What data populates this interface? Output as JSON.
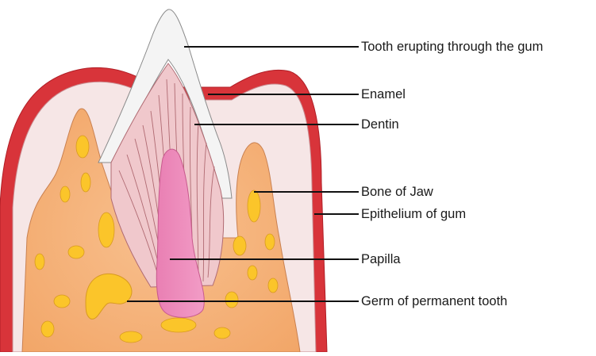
{
  "labels": {
    "tooth_erupting": "Tooth erupting through the gum",
    "enamel": "Enamel",
    "dentin": "Dentin",
    "bone_of_jaw": "Bone of Jaw",
    "epithelium_of_gum": "Epithelium of gum",
    "papilla": "Papilla",
    "germ_of_permanent_tooth": "Germ of permanent tooth"
  },
  "colors": {
    "gum_epithelium": "#d8343a",
    "gum_inner": "#f6e6e6",
    "bone": "#f5b27c",
    "bone_spots": "#fbc52a",
    "enamel": "#f4f4f4",
    "dentin": "#f0c8cc",
    "dentin_lines": "#b06a72",
    "papilla": "#ee8cbc",
    "leader_line": "#111111"
  }
}
